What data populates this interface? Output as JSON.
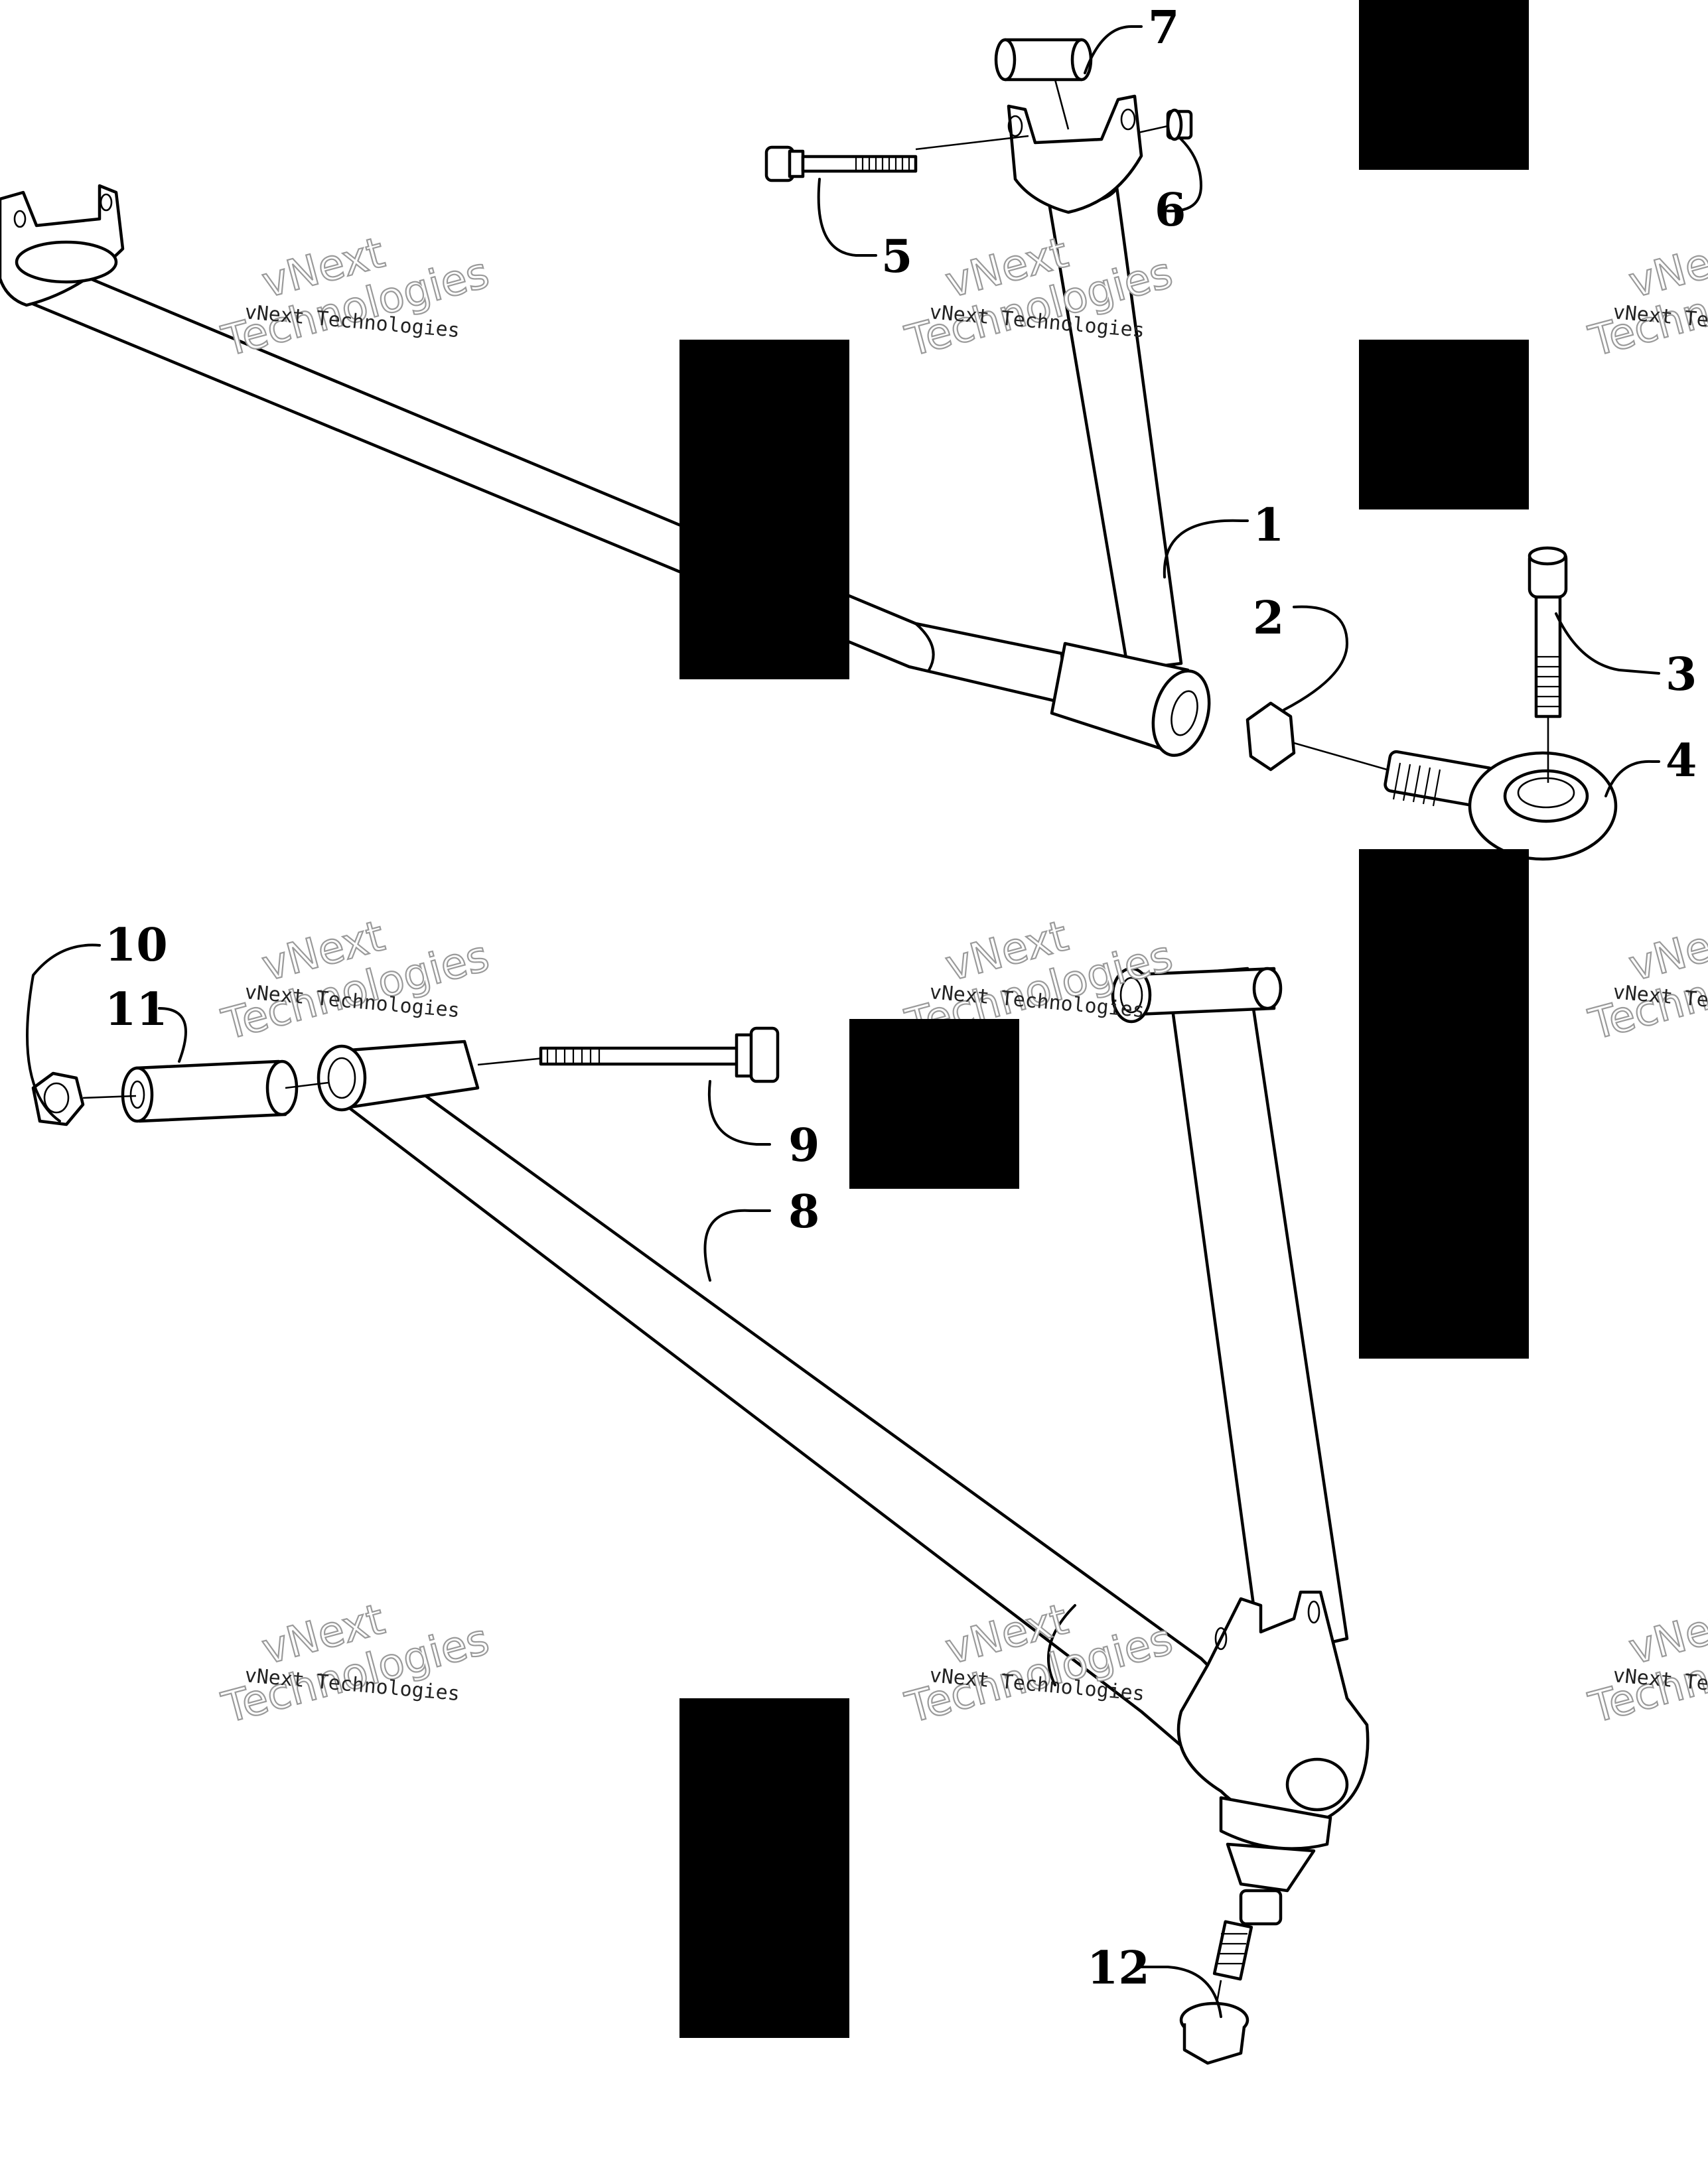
{
  "diagram": {
    "callouts": {
      "c1": "1",
      "c2": "2",
      "c3": "3",
      "c4": "4",
      "c5": "5",
      "c6": "6",
      "c7": "7",
      "c8": "8",
      "c9": "9",
      "c10": "10",
      "c11": "11",
      "c12": "12"
    },
    "watermark": {
      "line1": "vNext Technologies",
      "line2": "Technologies",
      "line3": "vNext"
    }
  },
  "colors": {
    "line": "#000000",
    "background": "#ffffff",
    "redaction": "#000000",
    "watermark": "#9a9a9a"
  }
}
